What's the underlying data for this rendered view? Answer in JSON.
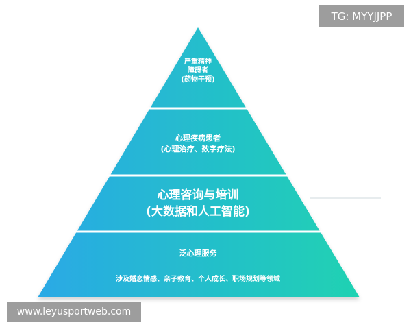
{
  "watermark": {
    "top_right": "TG: MYYJJPP",
    "bottom_left": "www.leyusportweb.com"
  },
  "pyramid": {
    "tiers": [
      {
        "lines": [
          "严重精神",
          "障碍者",
          "(药物干预)"
        ]
      },
      {
        "lines": [
          "心理疾病患者",
          "(心理治疗、数字疗法)"
        ]
      },
      {
        "lines": [
          "心理咨询与培训",
          "(大数据和人工智能)"
        ]
      },
      {
        "lines": [
          "泛心理服务",
          "涉及婚恋情感、亲子教育、个人成长、职场规划等领域"
        ]
      }
    ],
    "colors": {
      "left": "#2aa9e6",
      "right": "#1fd2b2",
      "separator": "#ffffff"
    }
  }
}
